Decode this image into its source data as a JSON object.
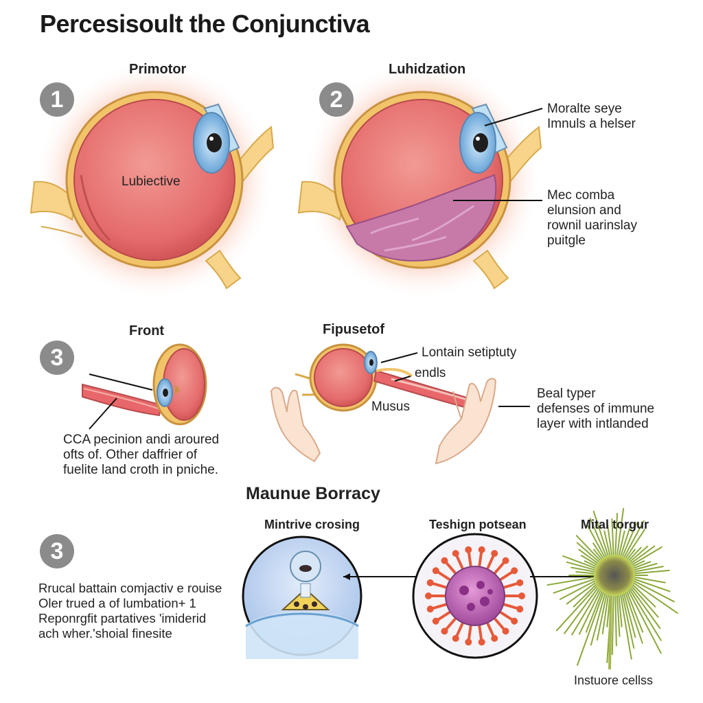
{
  "title": "Percesisoult the Conjunctiva",
  "panels": {
    "p1": {
      "badge": "1",
      "heading": "Primotor",
      "center_label": "Lubiective"
    },
    "p2": {
      "badge": "2",
      "heading": "Luhidzation",
      "callout_a": [
        "Moralte seye",
        "Imnuls a helser"
      ],
      "callout_b": [
        "Mec comba",
        "elunsion and",
        "rownil uarinslay",
        "puitgle"
      ]
    },
    "p3": {
      "badge": "3",
      "heading": "Front",
      "caption": [
        "CCA pecinion andi aroured",
        "ofts of. Other daffrier of",
        "fuelite land croth in pniche."
      ]
    },
    "p4": {
      "heading": "Fipusetof",
      "callout_a": "Lontain setiptuty",
      "callout_b": "endls",
      "muscle_label": "Musus",
      "callout_c": [
        "Beal typer",
        "defenses of immune",
        "layer with intlanded"
      ]
    },
    "bottom": {
      "badge": "3",
      "heading": "Maunue Borracy",
      "text": [
        "Rrucal battain comjactiv e rouise",
        "Oler trued a of lumbation+ 1",
        "Reponrgfit partatives 'imiderid",
        "ach wher.'shoial finesite"
      ],
      "cells": [
        {
          "label": "Mintrive crosing"
        },
        {
          "label": "Teshign potsean"
        },
        {
          "label": "Mital torgur",
          "caption": "Instuore cellss"
        }
      ]
    },
    "colors": {
      "eye_fill": "#e8676a",
      "eye_rim": "#f2c46a",
      "iris": "#8fc0e8",
      "badge": "#8b8b8b",
      "tissue": "#c77aa8"
    }
  }
}
